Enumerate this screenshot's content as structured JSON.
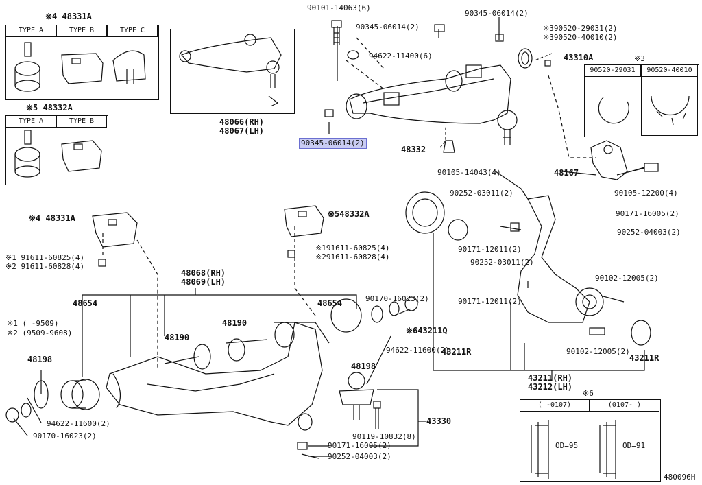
{
  "diagram_id": "480096H",
  "labels": {
    "p90101": "90101-14063(6)",
    "p90345a": "90345-06014(2)",
    "p90345b": "90345-06014(2)",
    "p94622a": "94622-11400(6)",
    "p90520a": "※390520-29031(2)",
    "p90520b": "※390520-40010(2)",
    "p43310": "43310A",
    "p90345hl": "90345-06014(2)",
    "p48332top": "48332",
    "p48066": "48066(RH)",
    "p48067": "48067(LH)",
    "p90105a": "90105-14043(4)",
    "p48167": "48167",
    "p90105b": "90105-12200(4)",
    "p90252a": "90252-03011(2)",
    "p90171a": "90171-16005(2)",
    "p90252b": "90252-04003(2)",
    "p90171b": "90171-12011(2)",
    "p90252c": "90252-03011(2)",
    "p90171c": "90171-12011(2)",
    "p90102a": "90102-12005(2)",
    "p90102b": "90102-12005(2)",
    "p43211r1": "43211R",
    "p43211r2": "43211R",
    "p43211q": "※643211Q",
    "p43211rh": "43211(RH)",
    "p43212lh": "43212(LH)",
    "p48331a": "※4 48331A",
    "p48332a": "※548332A",
    "p91611a": "※1 91611-60825(4)",
    "p91611b": "※2 91611-60828(4)",
    "p91611c": "※191611-60825(4)",
    "p91611d": "※291611-60828(4)",
    "p48068": "48068(RH)",
    "p48069": "48069(LH)",
    "p48654a": "48654",
    "p48654b": "48654",
    "p90170a": "90170-16023(2)",
    "p94622b": "94622-11600(2)",
    "p48190a": "48190",
    "p48190b": "48190",
    "p48198a": "48198",
    "p48198b": "48198",
    "p94622c": "94622-11600(2)",
    "p90170b": "90170-16023(2)",
    "p90119": "90119-10832(8)",
    "p43330": "43330",
    "p90171d": "90171-16005(2)",
    "p90252d": "90252-04003(2)",
    "note1": "※1 (    -9509)",
    "note2": "※2 (9509-9608)"
  },
  "inset_48331": {
    "title": "※4 48331A",
    "types": [
      "TYPE A",
      "TYPE B",
      "TYPE C"
    ]
  },
  "inset_48332": {
    "title": "※5 48332A",
    "types": [
      "TYPE A",
      "TYPE B"
    ]
  },
  "inset_ring": {
    "title": "※3",
    "cols": [
      "90520-29031",
      "90520-40010"
    ]
  },
  "inset_seal": {
    "title": "※6",
    "cols": [
      "(    -0107)",
      "(0107-     )"
    ],
    "od": [
      "OD=95",
      "OD=91"
    ]
  }
}
